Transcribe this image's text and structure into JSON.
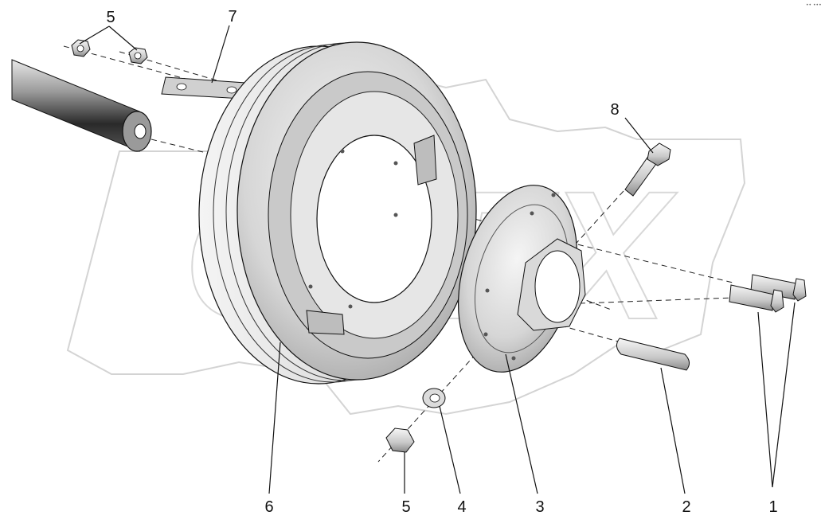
{
  "diagram": {
    "type": "exploded-parts-view",
    "corner_mark": "•• •••",
    "watermark_text": "OPEX",
    "callouts": [
      {
        "id": "c1",
        "label": "1",
        "part": "bolts"
      },
      {
        "id": "c2",
        "label": "2",
        "part": "key"
      },
      {
        "id": "c3",
        "label": "3",
        "part": "hub-flange"
      },
      {
        "id": "c4",
        "label": "4",
        "part": "washer"
      },
      {
        "id": "c5a",
        "label": "5",
        "part": "nut-bottom"
      },
      {
        "id": "c5b",
        "label": "5",
        "part": "nuts-top"
      },
      {
        "id": "c6",
        "label": "6",
        "part": "pulley"
      },
      {
        "id": "c7",
        "label": "7",
        "part": "lock-plate"
      },
      {
        "id": "c8",
        "label": "8",
        "part": "bolt"
      }
    ]
  },
  "colors": {
    "line": "#111111",
    "dash": "#222222",
    "watermark": "#cfcfcf",
    "metal_light": "#f2f2f2",
    "metal_mid": "#cfcfcf",
    "metal_dark": "#8a8a8a"
  }
}
